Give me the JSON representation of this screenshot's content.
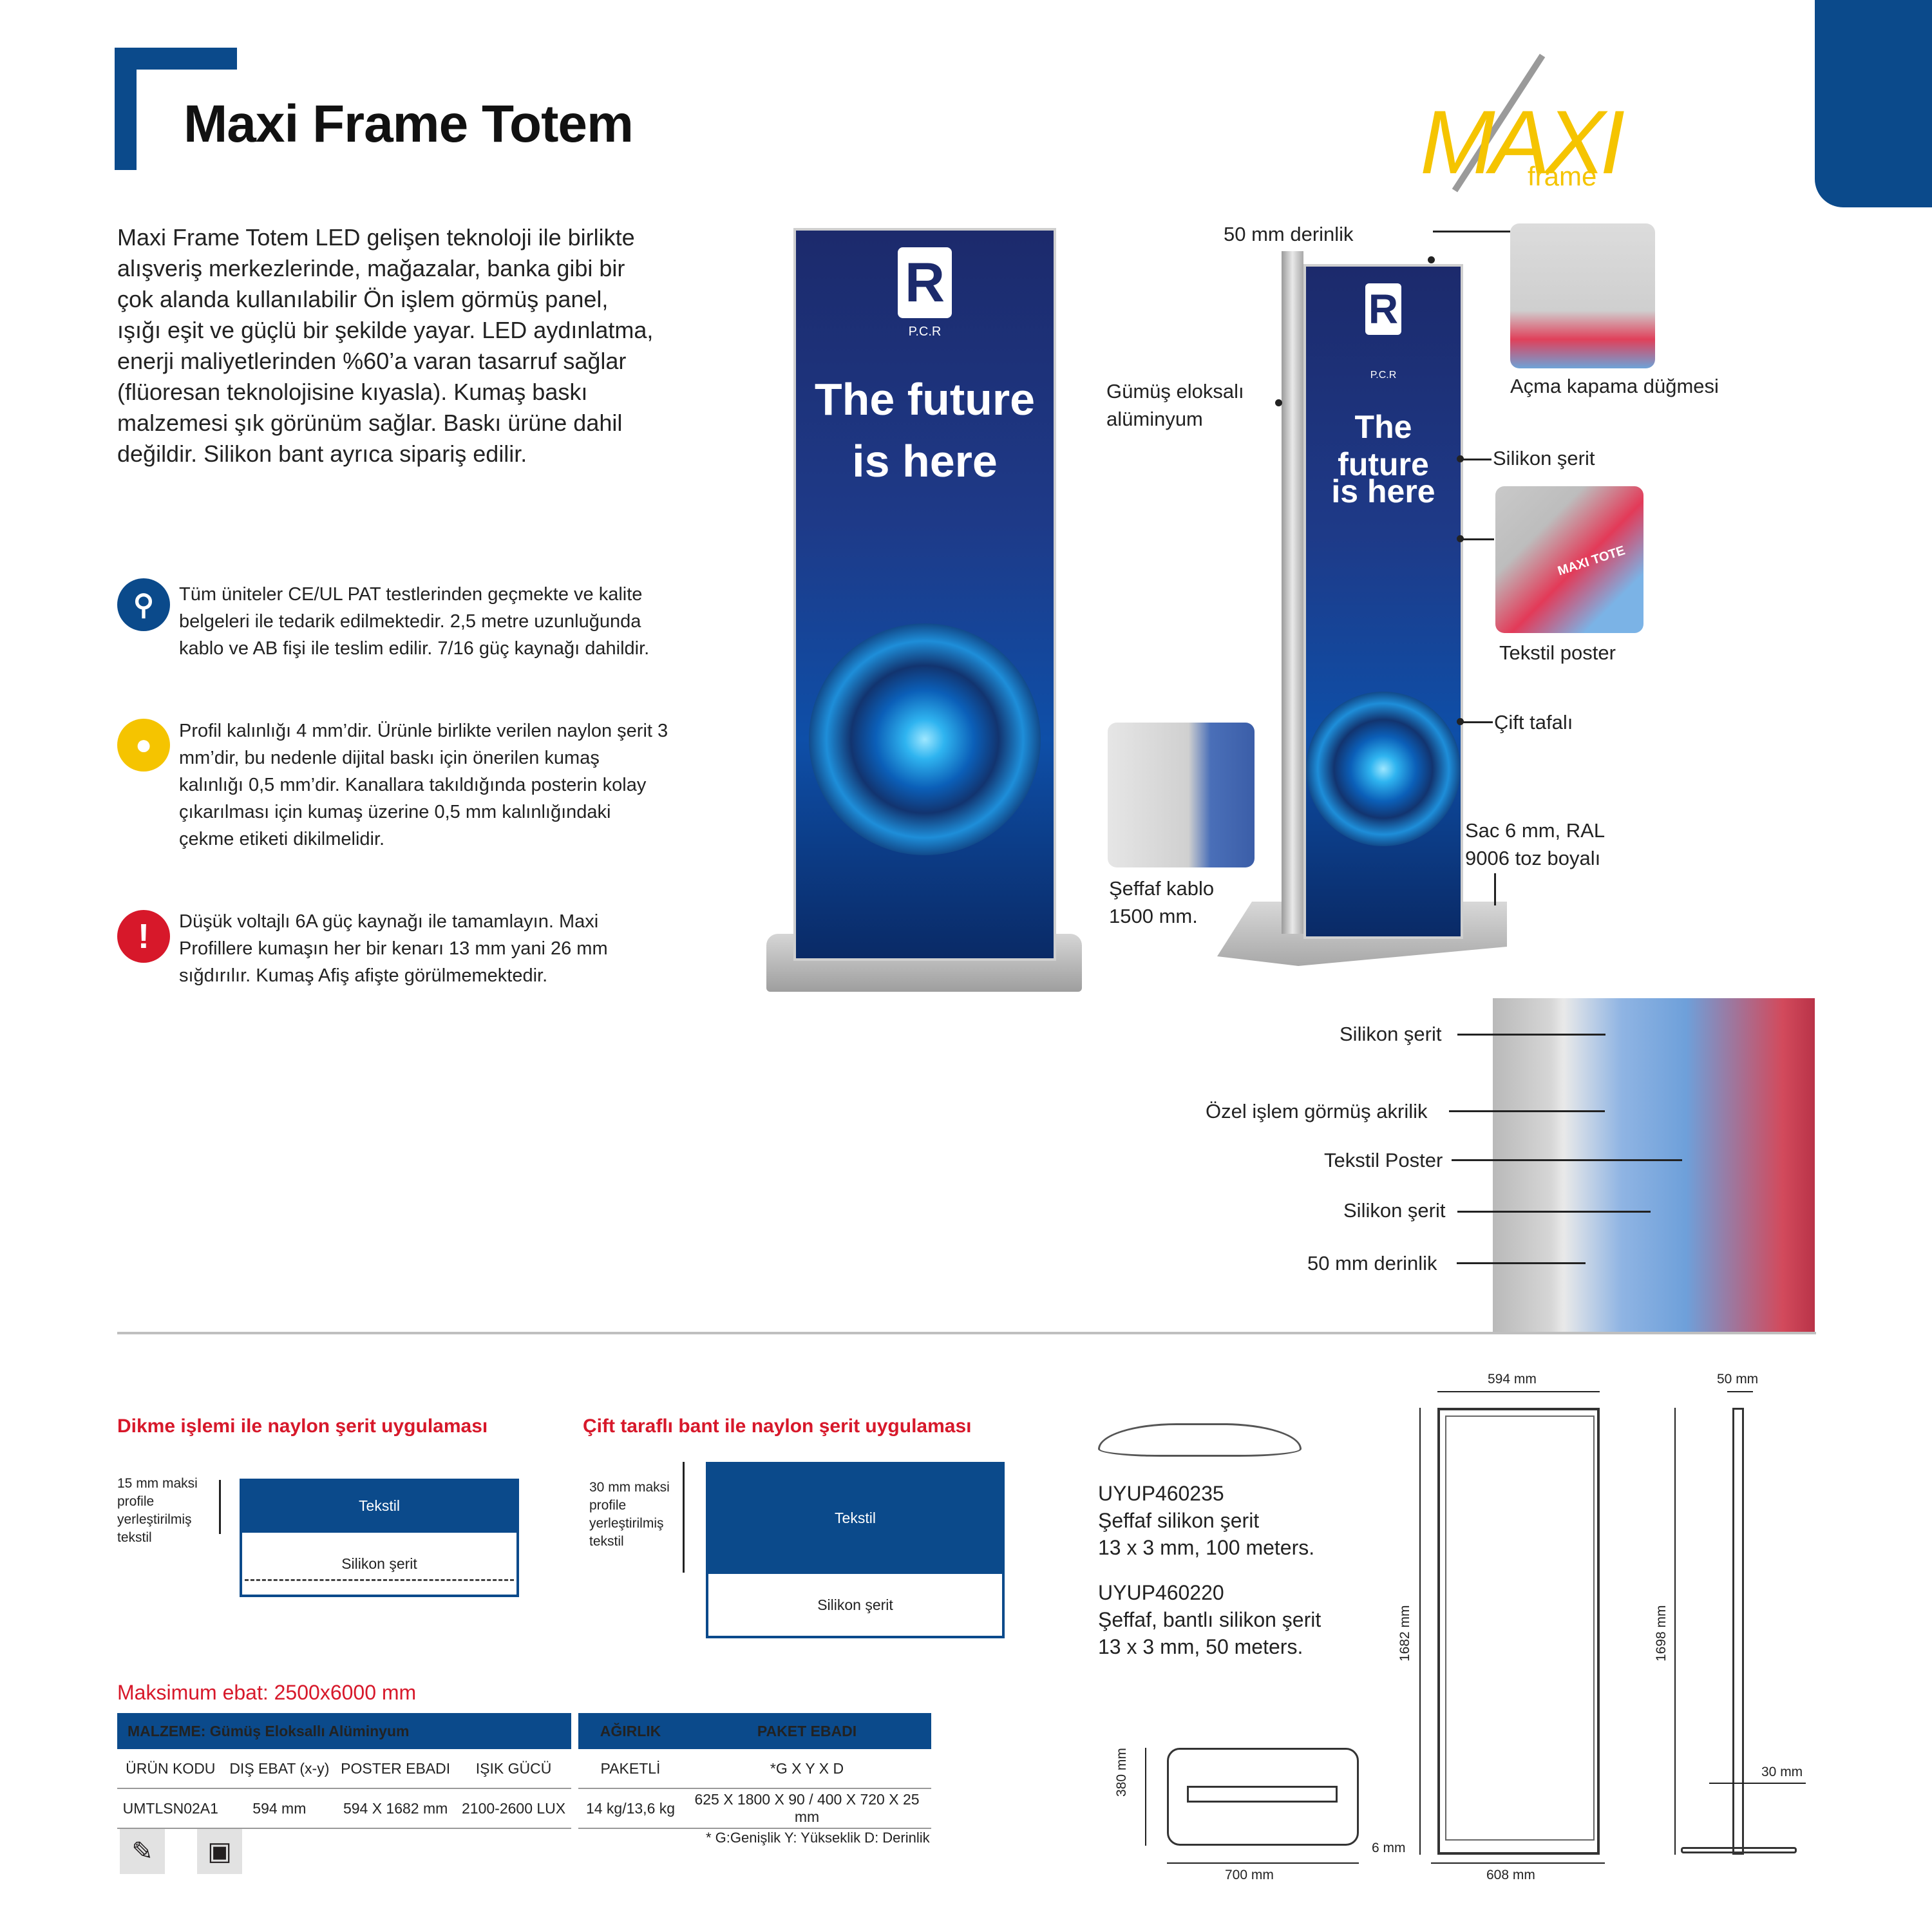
{
  "header": {
    "title": "Maxi Frame Totem",
    "logo_main": "MAXI",
    "logo_sub": "frame"
  },
  "intro": {
    "text": "Maxi Frame Totem LED gelişen teknoloji ile birlikte alışveriş merkezlerinde, mağazalar, banka gibi bir çok alanda kullanılabilir Ön işlem görmüş panel, ışığı eşit ve güçlü bir şekilde yayar. LED aydınlatma, enerji maliyetlerinden %60’a varan tasarruf sağlar (flüoresan teknolojisine kıyasla). Kumaş baskı malzemesi şık görünüm sağlar. Baskı ürüne dahil değildir. Silikon bant ayrıca sipariş edilir."
  },
  "notes": [
    {
      "icon": "search-icon",
      "color": "#0b4a8b",
      "text": "Tüm üniteler CE/UL PAT testlerinden geçmekte ve kalite belgeleri ile tedarik edilmektedir. 2,5 metre uzunluğunda kablo ve AB fişi ile teslim edilir. 7/16 güç kaynağı dahildir."
    },
    {
      "icon": "lightbulb-icon",
      "color": "#f5c400",
      "text": "Profil kalınlığı 4 mm’dir. Ürünle birlikte verilen naylon şerit 3 mm’dir, bu nedenle dijital baskı için önerilen kumaş kalınlığı 0,5 mm’dir. Kanallara takıldığında posterin kolay çıkarılması için kumaş üzerine 0,5 mm kalınlığındaki çekme etiketi dikilmelidir."
    },
    {
      "icon": "exclamation-icon",
      "color": "#d7182a",
      "text": "Düşük voltajlı 6A güç kaynağı ile tamamlayın. Maxi Profillere kumaşın her bir kenarı 13 mm yani 26 mm sığdırılır. Kumaş Afiş afişte görülmemektedir."
    }
  ],
  "poster": {
    "brand": "P.C.R",
    "line1": "The future",
    "line2": "is here"
  },
  "callouts": {
    "depth_top": "50 mm derinlik",
    "aluminium": "Gümüş eloksalı alüminyum",
    "button": "Açma kapama düğmesi",
    "silicone": "Silikon şerit",
    "textile": "Tekstil poster",
    "double_sided": "Çift tafalı",
    "base": "Sac 6 mm,  RAL 9006 toz boyalı",
    "cable": "Şeffaf kablo 1500 mm.",
    "detail_silicone_1": "Silikon şerit",
    "detail_acrylic": "Özel işlem görmüş akrilik",
    "detail_textile": "Tekstil Poster",
    "detail_silicone_2": "Silikon şerit",
    "detail_depth": "50 mm derinlik",
    "detail_badge": "MAXI TOTE"
  },
  "sewing": {
    "title": "Dikme işlemi ile naylon şerit uygulaması",
    "side_label": "15 mm maksi profile yerleştirilmiş tekstil",
    "top": "Tekstil",
    "bottom": "Silikon şerit"
  },
  "tape": {
    "title": "Çift taraflı bant ile naylon şerit uygulaması",
    "side_label": "30 mm maksi profile yerleştirilmiş tekstil",
    "top": "Tekstil",
    "bottom": "Silikon şerit"
  },
  "products": [
    {
      "code": "UYUP460235",
      "name": "Şeffaf silikon şerit",
      "spec": "13 x 3 mm, 100 meters."
    },
    {
      "code": "UYUP460220",
      "name": "Şeffaf, bantlı silikon şerit",
      "spec": "13 x 3 mm, 50 meters."
    }
  ],
  "spec": {
    "max_size": "Maksimum ebat: 2500x6000 mm",
    "material_header": "MALZEME: Gümüş Eloksallı Alüminyum",
    "weight_header": "AĞIRLIK",
    "package_header": "PAKET EBADI",
    "columns": [
      "ÜRÜN KODU",
      "DIŞ EBAT (x-y)",
      "POSTER EBADI",
      "IŞIK GÜCÜ",
      "PAKETLİ",
      "*G X Y X D"
    ],
    "row": [
      "UMTLSN02A1",
      "594 mm",
      "594 X 1682 mm",
      "2100-2600 LUX",
      "14 kg/13,6 kg",
      "625 X 1800 X 90 / 400 X 720 X 25 mm"
    ],
    "footnote": "* G:Genişlik  Y: Yükseklik  D: Derinlik"
  },
  "dimensions": {
    "width_top": "594 mm",
    "depth_top": "50 mm",
    "height_panel": "1682 mm",
    "height_total": "1698 mm",
    "base_height": "380 mm",
    "base_width": "700 mm",
    "bottom_width": "608 mm",
    "base_thickness": "6 mm",
    "foot_height": "30 mm"
  }
}
